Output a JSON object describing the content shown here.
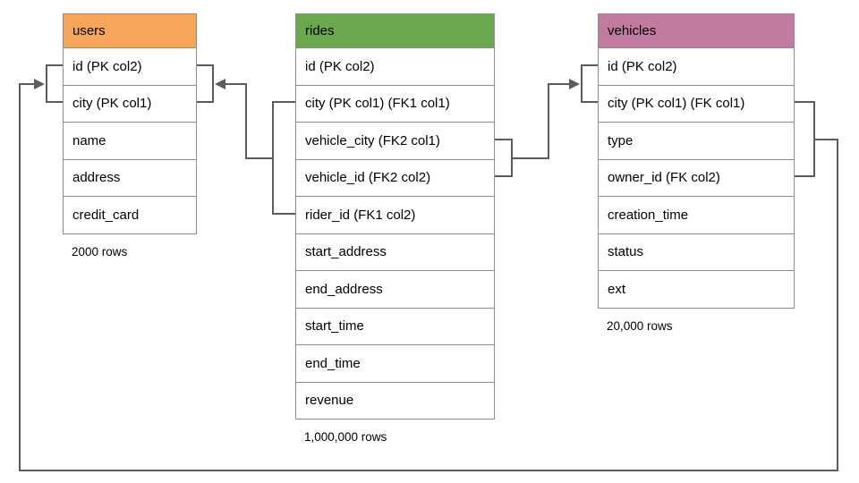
{
  "diagram": {
    "line_color": "#5c5c5c",
    "border_color": "#8c8c8c",
    "tables": [
      {
        "id": "users",
        "title": "users",
        "header_color": "#F6A55C",
        "rows": [
          "id (PK col2)",
          "city (PK col1)",
          "name",
          "address",
          "credit_card"
        ],
        "row_count_label": "2000 rows"
      },
      {
        "id": "rides",
        "title": "rides",
        "header_color": "#6AA84F",
        "rows": [
          "id (PK col2)",
          "city (PK col1) (FK1 col1)",
          "vehicle_city (FK2 col1)",
          "vehicle_id (FK2 col2)",
          "rider_id (FK1 col2)",
          "start_address",
          "end_address",
          "start_time",
          "end_time",
          "revenue"
        ],
        "row_count_label": "1,000,000 rows"
      },
      {
        "id": "vehicles",
        "title": "vehicles",
        "header_color": "#C27BA0",
        "rows": [
          "id (PK col2)",
          "city (PK col1) (FK col1)",
          "type",
          "owner_id (FK col2)",
          "creation_time",
          "status",
          "ext"
        ],
        "row_count_label": "20,000 rows"
      }
    ],
    "relationships": [
      {
        "name": "rides-to-users"
      },
      {
        "name": "rides-to-vehicles"
      },
      {
        "name": "vehicles-to-users"
      }
    ]
  }
}
